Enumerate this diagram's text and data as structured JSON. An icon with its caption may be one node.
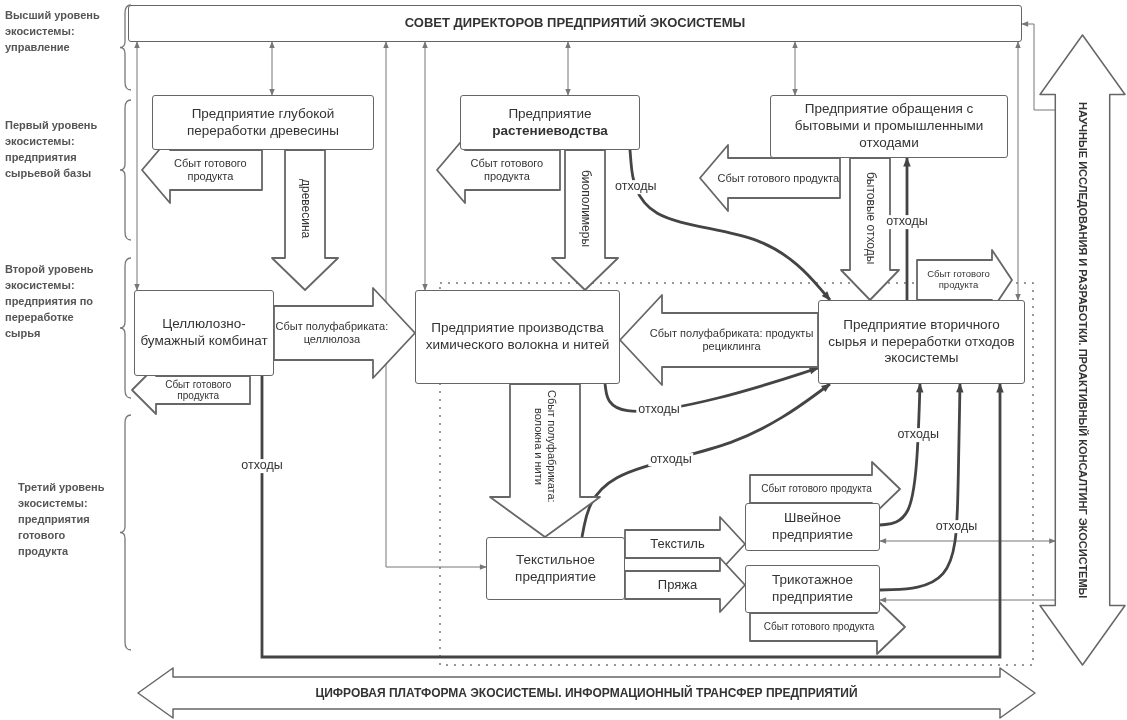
{
  "diagram": {
    "nodes": [
      {
        "text": [
          "СОВЕТ ДИРЕКТОРОВ ПРЕДПРИЯТИЙ ЭКОСИСТЕМЫ"
        ]
      },
      {
        "text": [
          "Предприятие глубокой переработки древесины"
        ]
      },
      {
        "text": [
          "Предприятие **растениеводства**"
        ]
      },
      {
        "text": [
          "Предприятие обращения с бытовыми и промышленными отходами"
        ]
      },
      {
        "text": [
          "Целлюлозно-бумажный комбинат"
        ]
      },
      {
        "text": [
          "Предприятие производства химического волокна и нитей"
        ]
      },
      {
        "text": [
          "Предприятие вторичного сырья и переработки отходов экосистемы"
        ]
      },
      {
        "text": [
          "Текстильное предприятие"
        ]
      },
      {
        "text": [
          "Швейное предприятие"
        ]
      },
      {
        "text": [
          "Трикотажное предприятие"
        ]
      },
      {
        "text": [
          "НАУЧНЫЕ ИССЛЕДОВАНИЯ И РАЗРАБОТКИ. ПРОАКТИВНЫЙ КОНСАЛТИНГ ЭКОСИСТЕМЫ"
        ]
      },
      {
        "text": [
          "ЦИФРОВАЯ ПЛАТФОРМА ЭКОСИСТЕМЫ. ИНФОРМАЦИОННЫЙ ТРАНСФЕР ПРЕДПРИЯТИЙ"
        ]
      }
    ],
    "edges": [
      {
        "from": 0,
        "to": 1,
        "arrow": "both"
      },
      {
        "from": 0,
        "to": 2,
        "arrow": "both"
      },
      {
        "from": 0,
        "to": 3,
        "arrow": "both"
      },
      {
        "from": 0,
        "to": 4,
        "arrow": "both"
      },
      {
        "from": 0,
        "to": 7,
        "arrow": "both"
      },
      {
        "from": 0,
        "to": 5,
        "arrow": "both"
      },
      {
        "from": 0,
        "to": 6,
        "arrow": "both"
      },
      {
        "from": 10,
        "to": 0,
        "arrow": "to"
      },
      {
        "from": 8,
        "to": 10,
        "arrow": "both"
      },
      {
        "from": 10,
        "to": 9,
        "arrow": "to"
      },
      {
        "from": 2,
        "to": 6,
        "arrow": "to",
        "label": "отходы",
        "style": "thick"
      },
      {
        "from": 5,
        "to": 6,
        "arrow": "to",
        "label": "отходы",
        "style": "thick"
      },
      {
        "from": 7,
        "to": 6,
        "arrow": "to",
        "label": "отходы",
        "style": "thick"
      },
      {
        "from": 8,
        "to": 6,
        "arrow": "to",
        "label": "отходы",
        "style": "thick"
      },
      {
        "from": 9,
        "to": 6,
        "arrow": "to",
        "label": "отходы",
        "style": "thick"
      },
      {
        "from": 6,
        "to": 3,
        "arrow": "to",
        "label": "отходы",
        "style": "thick"
      },
      {
        "from": 4,
        "to": 6,
        "arrow": "to",
        "label": "отходы",
        "style": "thick"
      },
      {
        "from": 1,
        "to": null,
        "arrow": "to",
        "label": "Сбыт готового продукта",
        "style": "thick"
      },
      {
        "from": 1,
        "to": 4,
        "arrow": "to",
        "label": "древесина",
        "style": "thick"
      },
      {
        "from": 2,
        "to": null,
        "arrow": "to",
        "label": "Сбыт готового продукта",
        "style": "thick"
      },
      {
        "from": 2,
        "to": 5,
        "arrow": "to",
        "label": "биополимеры",
        "style": "thick"
      },
      {
        "from": 3,
        "to": null,
        "arrow": "to",
        "label": "Сбыт готового продукта",
        "style": "thick"
      },
      {
        "from": 3,
        "to": 6,
        "arrow": "to",
        "label": "бытовые отходы",
        "style": "thick"
      },
      {
        "from": 6,
        "to": null,
        "arrow": "to",
        "label": "Сбыт готового продукта",
        "style": "thick"
      },
      {
        "from": 4,
        "to": 5,
        "arrow": "to",
        "label": "Сбыт полуфабриката: целлюлоза",
        "style": "thick"
      },
      {
        "from": 6,
        "to": 5,
        "arrow": "to",
        "label": "Сбыт полуфабриката: продукты рециклинга",
        "style": "thick"
      },
      {
        "from": 4,
        "to": null,
        "arrow": "to",
        "label": "Сбыт готового продукта",
        "style": "thick"
      },
      {
        "from": 5,
        "to": 7,
        "arrow": "to",
        "label": "Сбыт полуфабриката: волокна и нити",
        "style": "thick"
      },
      {
        "from": 7,
        "to": 8,
        "arrow": "to",
        "label": "Текстиль",
        "style": "thick"
      },
      {
        "from": 7,
        "to": 9,
        "arrow": "to",
        "label": "Пряжа",
        "style": "thick"
      },
      {
        "from": 8,
        "to": null,
        "arrow": "to",
        "label": "Сбыт готового продукта",
        "style": "thick"
      },
      {
        "from": 9,
        "to": null,
        "arrow": "to",
        "label": "Сбыт готового продукта",
        "style": "thick"
      }
    ],
    "labels": [
      "Высший уровень экосистемы: управление",
      "Первый уровень экосистемы: предприятия сырьевой базы",
      "Второй уровень экосистемы: предприятия по переработке сырья",
      "Третий уровень экосистемы: предприятия готового продукта"
    ]
  }
}
